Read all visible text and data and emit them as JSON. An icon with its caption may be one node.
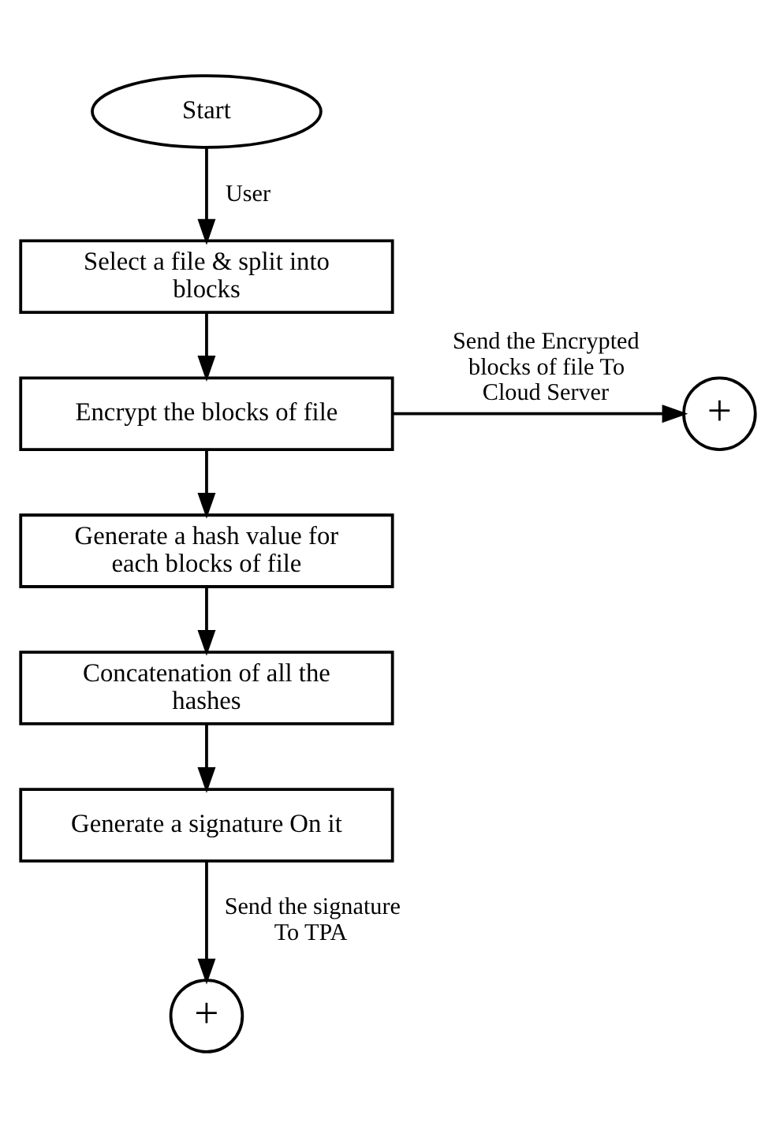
{
  "diagram": {
    "nodes": [
      {
        "text": [
          "Start"
        ]
      },
      {
        "text": [
          "Select a file & split into blocks"
        ]
      },
      {
        "text": [
          "Encrypt the blocks of file"
        ]
      },
      {
        "text": [
          "Generate a hash value for each blocks of file"
        ]
      },
      {
        "text": [
          "Concatenation of all the hashes"
        ]
      },
      {
        "text": [
          "Generate a signature On it"
        ]
      },
      {
        "text": [
          "+"
        ]
      },
      {
        "text": [
          "+"
        ]
      }
    ],
    "edges": [
      {
        "from": 0,
        "to": 1,
        "arrow": "to",
        "label": "User"
      },
      {
        "from": 1,
        "to": 2,
        "arrow": "to"
      },
      {
        "from": 2,
        "to": 6,
        "arrow": "to",
        "label": "Send the Encrypted blocks of file To Cloud Server"
      },
      {
        "from": 2,
        "to": 3,
        "arrow": "to"
      },
      {
        "from": 3,
        "to": 4,
        "arrow": "to"
      },
      {
        "from": 4,
        "to": 5,
        "arrow": "to"
      },
      {
        "from": 5,
        "to": 7,
        "arrow": "to",
        "label": "Send the signature To TPA"
      }
    ]
  }
}
